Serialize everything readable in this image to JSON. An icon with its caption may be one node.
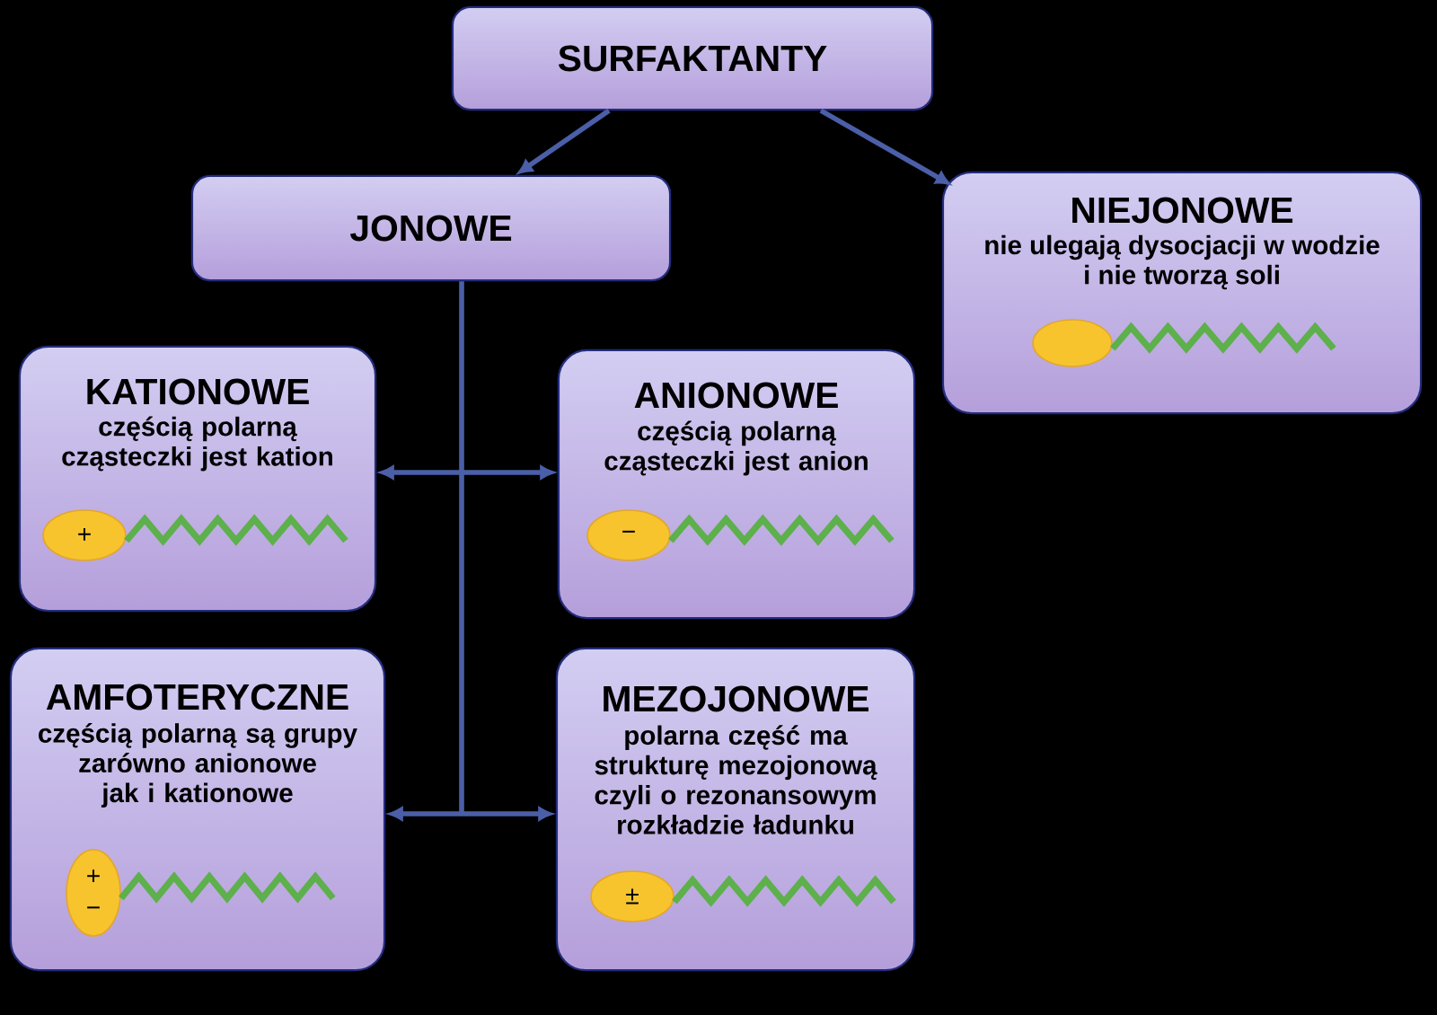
{
  "diagram": {
    "nodes": [
      {
        "text": [
          "SURFAKTANTY"
        ]
      },
      {
        "text": [
          "JONOWE"
        ]
      },
      {
        "text": [
          "NIEJONOWE",
          "nie ulegają dysocjacji w wodzie i nie tworzą soli"
        ]
      },
      {
        "text": [],
        "shape": "ellipse",
        "in": 2
      },
      {
        "text": [
          "KATIONOWE",
          "częścią polarną cząsteczki jest kation"
        ]
      },
      {
        "text": [
          "+"
        ],
        "in": 4
      },
      {
        "text": [
          "ANIONOWE",
          "częścią polarną cząsteczki jest anion"
        ]
      },
      {
        "text": [
          "−"
        ],
        "in": 6
      },
      {
        "text": [
          "AMFOTERYCZNE",
          "częścią polarną są grupy zarówno anionowe jak i kationowe"
        ]
      },
      {
        "text": [
          "+",
          "−"
        ],
        "in": 8
      },
      {
        "text": [
          "MEZOJONOWE",
          "polarna część ma strukturę mezojonową czyli o rezonansowym rozkładzie ładunku"
        ]
      },
      {
        "text": [
          "±"
        ],
        "in": 10
      }
    ],
    "edges": [
      {
        "from": 0,
        "to": 1,
        "arrow": "to"
      },
      {
        "from": 0,
        "to": 2,
        "arrow": "to"
      },
      {
        "from": 1,
        "to": 4,
        "arrow": "to"
      },
      {
        "from": 1,
        "to": 6,
        "arrow": "to"
      },
      {
        "from": 1,
        "to": 8,
        "arrow": "to"
      },
      {
        "from": 1,
        "to": 10,
        "arrow": "to"
      }
    ]
  }
}
